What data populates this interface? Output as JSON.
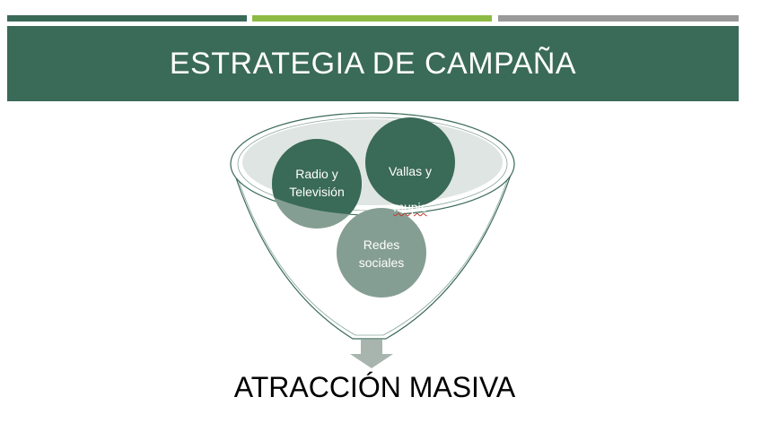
{
  "slide": {
    "title": "ESTRATEGIA DE CAMPAÑA",
    "conclusion": "ATRACCIÓN MASIVA"
  },
  "funnel": {
    "items": [
      {
        "label": "Radio y\nTelevisión"
      },
      {
        "label": "Vallas y"
      },
      {
        "label": "Redes\nsociales"
      }
    ],
    "vallas_second_line": "mupis"
  },
  "colors": {
    "dark_green": "#3a6a58",
    "light_green": "#8dba45",
    "gray": "#9a9a9a",
    "circle_light": "#859e93",
    "funnel_fill": "#dfe5e2",
    "arrow": "#a8b5ae"
  }
}
